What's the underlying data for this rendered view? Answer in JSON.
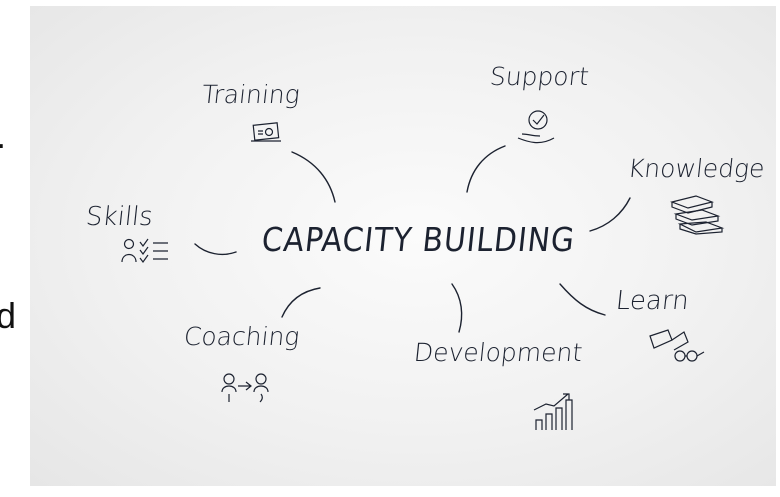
{
  "edge_text": {
    "left_top": ".",
    "left_mid": "d"
  },
  "diagram": {
    "center": "CAPACITY BUILDING",
    "nodes": {
      "training": "Training",
      "support": "Support",
      "knowledge": "Knowledge",
      "skills": "Skills",
      "learn": "Learn",
      "coaching": "Coaching",
      "development": "Development"
    }
  },
  "colors": {
    "ink": "#1c2230",
    "board": "#f1f1f1"
  },
  "icons": [
    "presentation-board-icon",
    "hand-checkmark-icon",
    "book-stack-icon",
    "people-checklist-icon",
    "open-book-glasses-icon",
    "mentor-arrow-icon",
    "growth-bars-icon"
  ]
}
